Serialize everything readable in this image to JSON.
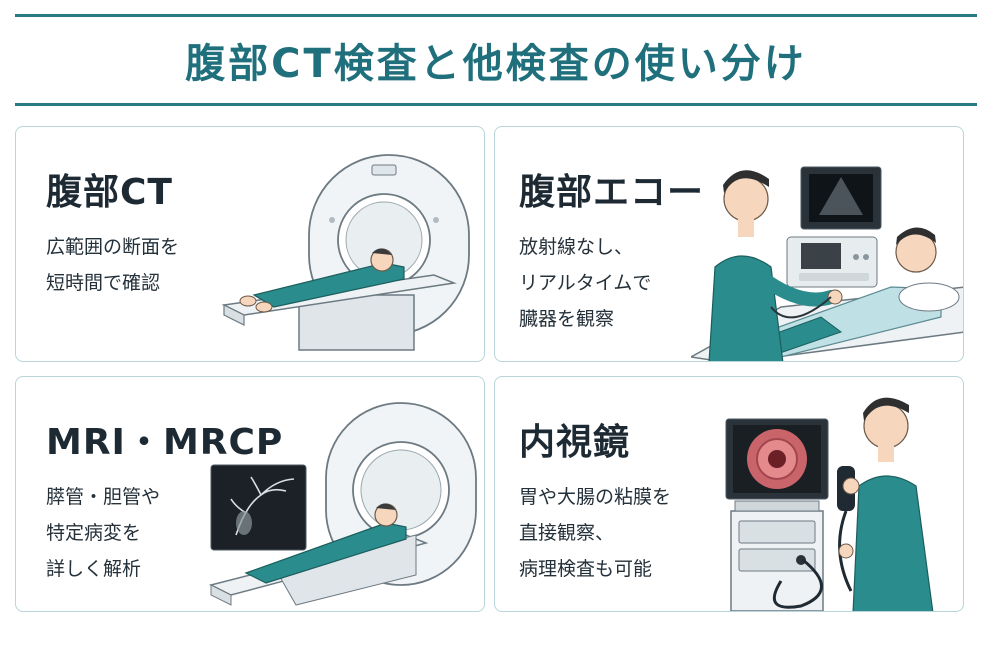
{
  "title": "腹部CT検査と他検査の使い分け",
  "colors": {
    "accent": "#1f6f7c",
    "border": "#b9d5da",
    "scrub": "#2a8c8c"
  },
  "cards": [
    {
      "heading": "腹部CT",
      "lines": [
        "広範囲の断面を",
        "短時間で確認"
      ],
      "illustration": "ct-scanner-with-patient"
    },
    {
      "heading": "腹部エコー",
      "lines": [
        "放射線なし、",
        "リアルタイムで",
        "臓器を観察"
      ],
      "illustration": "ultrasound-exam"
    },
    {
      "heading": "MRI・MRCP",
      "lines": [
        "膵管・胆管や",
        "特定病変を",
        "詳しく解析"
      ],
      "illustration": "mri-scanner-with-patient"
    },
    {
      "heading": "内視鏡",
      "lines": [
        "胃や大腸の粘膜を",
        "直接観察、",
        "病理検査も可能"
      ],
      "illustration": "endoscopy-exam"
    }
  ]
}
